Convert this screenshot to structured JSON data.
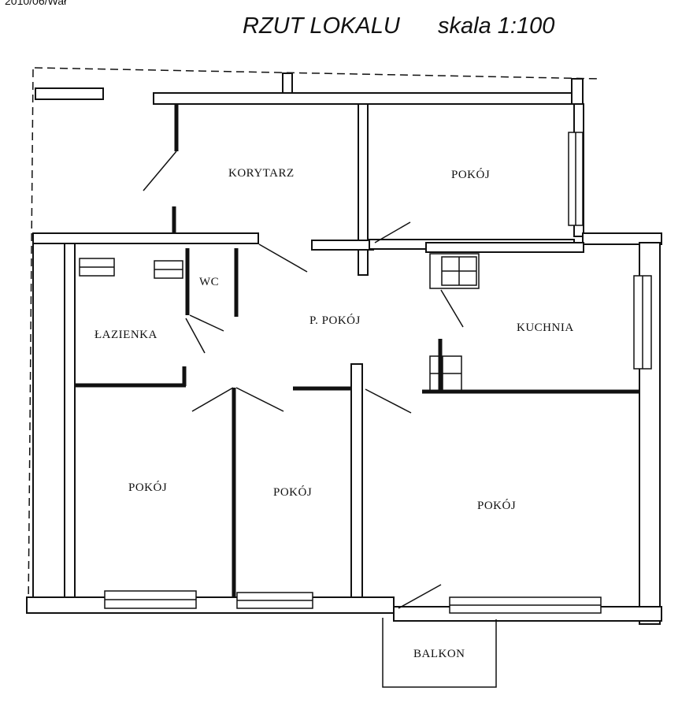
{
  "title": "RZUT LOKALU",
  "scale": "skala 1:100",
  "corner_text": "2010/06/Wał",
  "rooms": {
    "korytarz": "KORYTARZ",
    "pokoj_top": "POKÓJ",
    "wc": "WC",
    "p_pokoj": "P. POKÓJ",
    "lazienka": "ŁAZIENKA",
    "kuchnia": "KUCHNIA",
    "pokoj_left": "POKÓJ",
    "pokoj_middle": "POKÓJ",
    "pokoj_right": "POKÓJ",
    "balkon": "BALKON"
  },
  "colors": {
    "line": "#111111",
    "background": "#ffffff"
  }
}
